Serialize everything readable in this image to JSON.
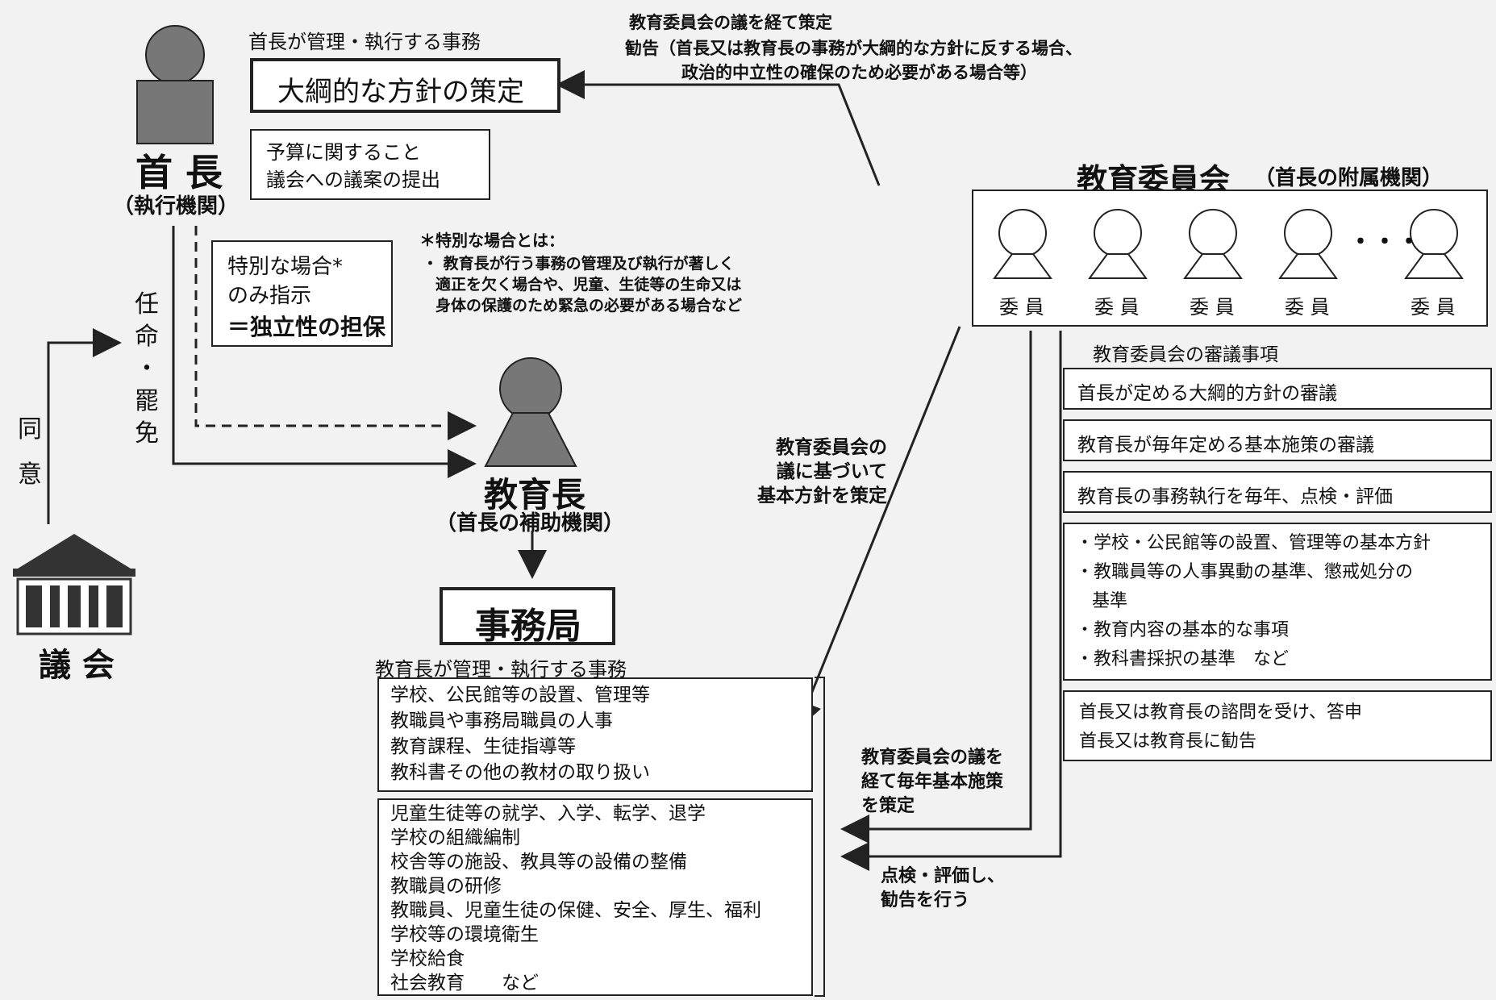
{
  "mayor": {
    "duties_label": "首長が管理・執行する事務",
    "policy_box": "大綱的な方針の策定",
    "duties_lines": [
      "予算に関すること",
      "議会への議案の提出"
    ],
    "title": "首 長",
    "subtitle": "（執行機関）",
    "special_lines": [
      "特別な場合*",
      "のみ指示",
      "＝独立性の担保"
    ],
    "appoint_label": [
      "任",
      "命",
      "・",
      "罷",
      "免"
    ]
  },
  "assembly": {
    "title": "議 会",
    "consent": [
      "同",
      "意"
    ]
  },
  "footnote": {
    "title": "＊特別な場合とは：",
    "lines": [
      "・ 教育長が行う事務の管理及び執行が著しく",
      "適正を欠く場合や、児童、生徒等の生命又は",
      "身体の保護のため緊急の必要がある場合など"
    ]
  },
  "recommendation": {
    "lines": [
      "教育委員会の議を経て策定",
      "勧告（首長又は教育長の事務が大綱的な方針に反する場合、",
      "政治的中立性の確保のため必要がある場合等）"
    ]
  },
  "superintendent": {
    "title": "教育長",
    "subtitle": "（首長の補助機関）"
  },
  "secretariat": {
    "title": "事務局",
    "duties_label": "教育長が管理・執行する事務",
    "duties_a": [
      "学校、公民館等の設置、管理等",
      "教職員や事務局職員の人事",
      "教育課程、生徒指導等",
      "教科書その他の教材の取り扱い"
    ],
    "duties_b": [
      "児童生徒等の就学、入学、転学、退学",
      "学校の組織編制",
      "校舎等の施設、教具等の設備の整備",
      "教職員の研修",
      "教職員、児童生徒の保健、安全、厚生、福利",
      "学校等の環境衛生",
      "学校給食",
      "社会教育　　など"
    ]
  },
  "board": {
    "title": "教育委員会",
    "subtitle": "（首長の附属機関）",
    "members": [
      "委 員",
      "委 員",
      "委 員",
      "委 員",
      "委 員"
    ],
    "ellipsis": "・・・",
    "deliberation_label": "教育委員会の審議事項",
    "deliberations": [
      "首長が定める大綱的方針の審議",
      "教育長が毎年定める基本施策の審議",
      "教育長の事務執行を毎年、点検・評価"
    ],
    "policy_items": [
      "・学校・公民館等の設置、管理等の基本方針",
      "・教職員等の人事異動の基準、懲戒処分の",
      "基準",
      "・教育内容の基本的な事項",
      "・教科書採択の基準　など"
    ],
    "advice_lines": [
      "首長又は教育長の諮問を受け、答申",
      "首長又は教育長に勧告"
    ]
  },
  "arrows": {
    "basic_policy": [
      "教育委員会の",
      "議に基づいて",
      "基本方針を策定"
    ],
    "annual_measures": [
      "教育委員会の議を",
      "経て毎年基本施策",
      "を策定"
    ],
    "evaluate": [
      "点検・評価し、",
      "勧告を行う"
    ]
  }
}
